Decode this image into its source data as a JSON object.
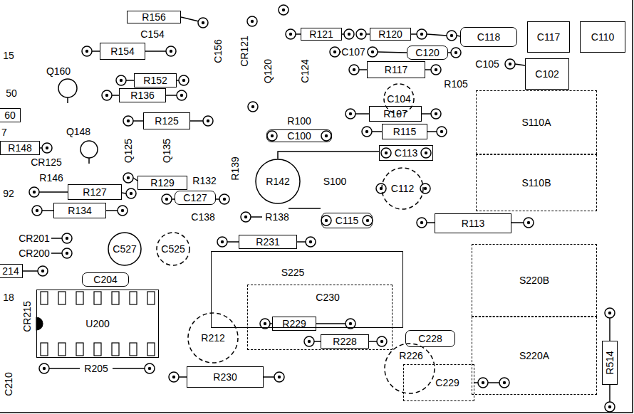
{
  "diagram": {
    "nodes": [
      {
        "text": [
          "R156"
        ]
      },
      {
        "text": [
          "R154"
        ]
      },
      {
        "text": [
          "R152"
        ]
      },
      {
        "text": [
          "R136"
        ]
      },
      {
        "text": [
          "R125"
        ]
      },
      {
        "text": [
          "R121"
        ]
      },
      {
        "text": [
          "R120"
        ]
      },
      {
        "text": [
          "C118"
        ]
      },
      {
        "text": [
          "C117"
        ]
      },
      {
        "text": [
          "C110"
        ]
      },
      {
        "text": [
          "C120"
        ]
      },
      {
        "text": [
          "R117"
        ]
      },
      {
        "text": [
          "C102"
        ]
      },
      {
        "text": [
          "C104"
        ]
      },
      {
        "text": [
          "R107"
        ]
      },
      {
        "text": [
          "R115"
        ]
      },
      {
        "text": [
          "C100"
        ]
      },
      {
        "text": [
          "60"
        ]
      },
      {
        "text": [
          "R148"
        ]
      },
      {
        "text": [
          "C113"
        ]
      },
      {
        "text": [
          "S110A"
        ]
      },
      {
        "text": [
          "S110B"
        ]
      },
      {
        "text": [
          "R142"
        ]
      },
      {
        "text": [
          "C112"
        ]
      },
      {
        "text": [
          "R129"
        ]
      },
      {
        "text": [
          "C127"
        ]
      },
      {
        "text": [
          "R127"
        ]
      },
      {
        "text": [
          "R134"
        ]
      },
      {
        "text": [
          "C115"
        ]
      },
      {
        "text": [
          "R113"
        ]
      },
      {
        "text": [
          "214"
        ]
      },
      {
        "text": [
          "C204"
        ]
      },
      {
        "text": [
          "U200"
        ]
      },
      {
        "text": [
          "R231"
        ]
      },
      {
        "text": [
          "S225"
        ]
      },
      {
        "text": [
          "C230"
        ]
      },
      {
        "text": [
          "R229"
        ]
      },
      {
        "text": [
          "R228"
        ]
      },
      {
        "text": [
          "R212"
        ]
      },
      {
        "text": [
          "C228"
        ]
      },
      {
        "text": [
          "R226"
        ]
      },
      {
        "text": [
          "C229"
        ]
      },
      {
        "text": [
          "R230"
        ]
      },
      {
        "text": [
          "S220B"
        ]
      },
      {
        "text": [
          "S220A"
        ]
      },
      {
        "text": [
          "R514"
        ]
      }
    ],
    "labels": [
      "15",
      "C154",
      "C156",
      "CR121",
      "Q120",
      "C124",
      "C107",
      "C105",
      "Q160",
      "R105",
      "50",
      "R100",
      "Q148",
      "7",
      "Q125",
      "Q135",
      "CR125",
      "R139",
      "R146",
      "R132",
      "S100",
      "92",
      "C138",
      "R138",
      "CR201",
      "C527",
      "C525",
      "CR200",
      "18",
      "CR215",
      "R205",
      "C210"
    ]
  }
}
